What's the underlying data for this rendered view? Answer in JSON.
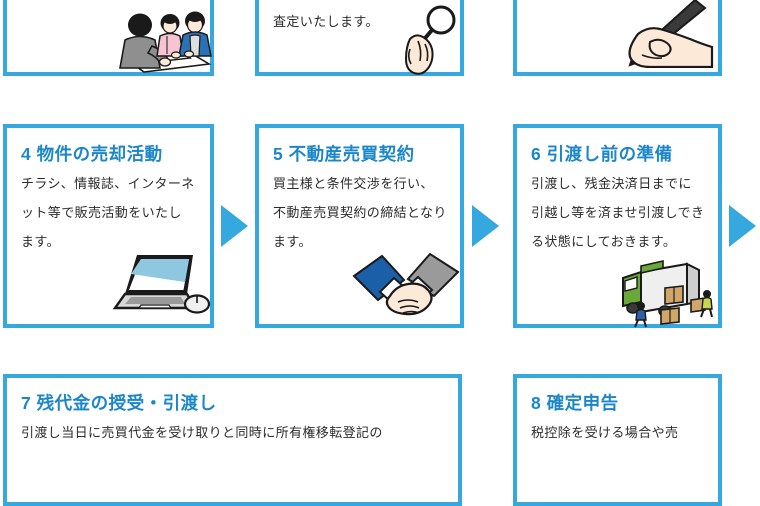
{
  "page": {
    "title": "不動産売却の流れ",
    "accent_border_color": "#35a8e0",
    "heading_color": "#1b87c9",
    "body_text_color": "#2b2b2b",
    "background_color": "#ffffff"
  },
  "steps": [
    {
      "id": "step-1",
      "number": "",
      "title": "",
      "body": "",
      "illustration": "people-consultation-illustration",
      "clipped": "top"
    },
    {
      "id": "step-2",
      "number": "",
      "title": "",
      "body": "査定いたします。",
      "illustration": "magnifying-glass-hand-illustration",
      "clipped": "top"
    },
    {
      "id": "step-3",
      "number": "",
      "title": "",
      "body": "",
      "illustration": "hand-writing-pen-illustration",
      "clipped": "top"
    },
    {
      "id": "step-4",
      "number": "4",
      "title": "4 物件の売却活動",
      "body": "チラシ、情報誌、インターネット等で販売活動をいたします。",
      "illustration": "laptop-mouse-illustration",
      "clipped": "none"
    },
    {
      "id": "step-5",
      "number": "5",
      "title": "5 不動産売買契約",
      "body": "買主様と条件交渉を行い、不動産売買契約の締結となります。",
      "illustration": "handshake-illustration",
      "clipped": "none"
    },
    {
      "id": "step-6",
      "number": "6",
      "title": "6 引渡し前の準備",
      "body": "引渡し、残金決済日までに引越し等を済ませ引渡しできる状態にしておきます。",
      "illustration": "moving-truck-illustration",
      "clipped": "none"
    },
    {
      "id": "step-7",
      "number": "7",
      "title": "7 残代金の授受・引渡し",
      "body": "引渡し当日に売買代金を受け取りと同時に所有権移転登記の",
      "illustration": "",
      "clipped": "bottom"
    },
    {
      "id": "step-8",
      "number": "8",
      "title": "8 確定申告",
      "body": "税控除を受ける場合や売",
      "illustration": "",
      "clipped": "bottom"
    }
  ],
  "arrows": [
    {
      "id": "arrow-4-to-5",
      "name": "flow-arrow-right"
    },
    {
      "id": "arrow-5-to-6",
      "name": "flow-arrow-right"
    },
    {
      "id": "arrow-6-to-next",
      "name": "flow-arrow-right"
    }
  ]
}
